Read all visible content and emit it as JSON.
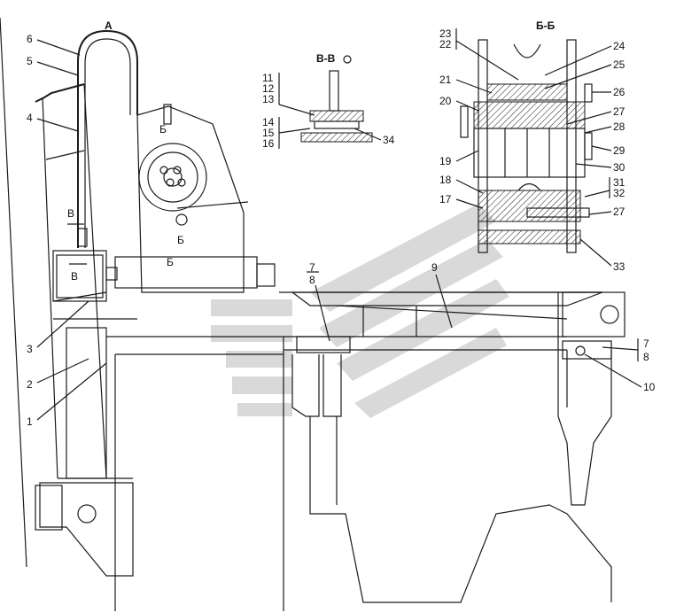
{
  "section_titles": {
    "view_a": "А",
    "section_v": "В-В",
    "section_b": "Б-Б"
  },
  "cut_marks": {
    "b_upper": "Б",
    "b_mid": "Б",
    "b_lower": "Б",
    "v_upper": "В",
    "v_lower": "В"
  },
  "callouts_left": [
    "6",
    "5",
    "4",
    "3",
    "2",
    "1"
  ],
  "callouts_sec_v": [
    "11",
    "12",
    "13",
    "14",
    "15",
    "16",
    "34"
  ],
  "callouts_sec_b_left": [
    "23",
    "22",
    "21",
    "20",
    "19",
    "18",
    "17"
  ],
  "callouts_sec_b_right": [
    "24",
    "25",
    "26",
    "27",
    "28",
    "29",
    "30",
    "31",
    "32",
    "27",
    "33"
  ],
  "callouts_main": {
    "c7a": "7",
    "c8a": "8",
    "c9": "9",
    "c7b": "7",
    "c8b": "8",
    "c10": "10"
  }
}
